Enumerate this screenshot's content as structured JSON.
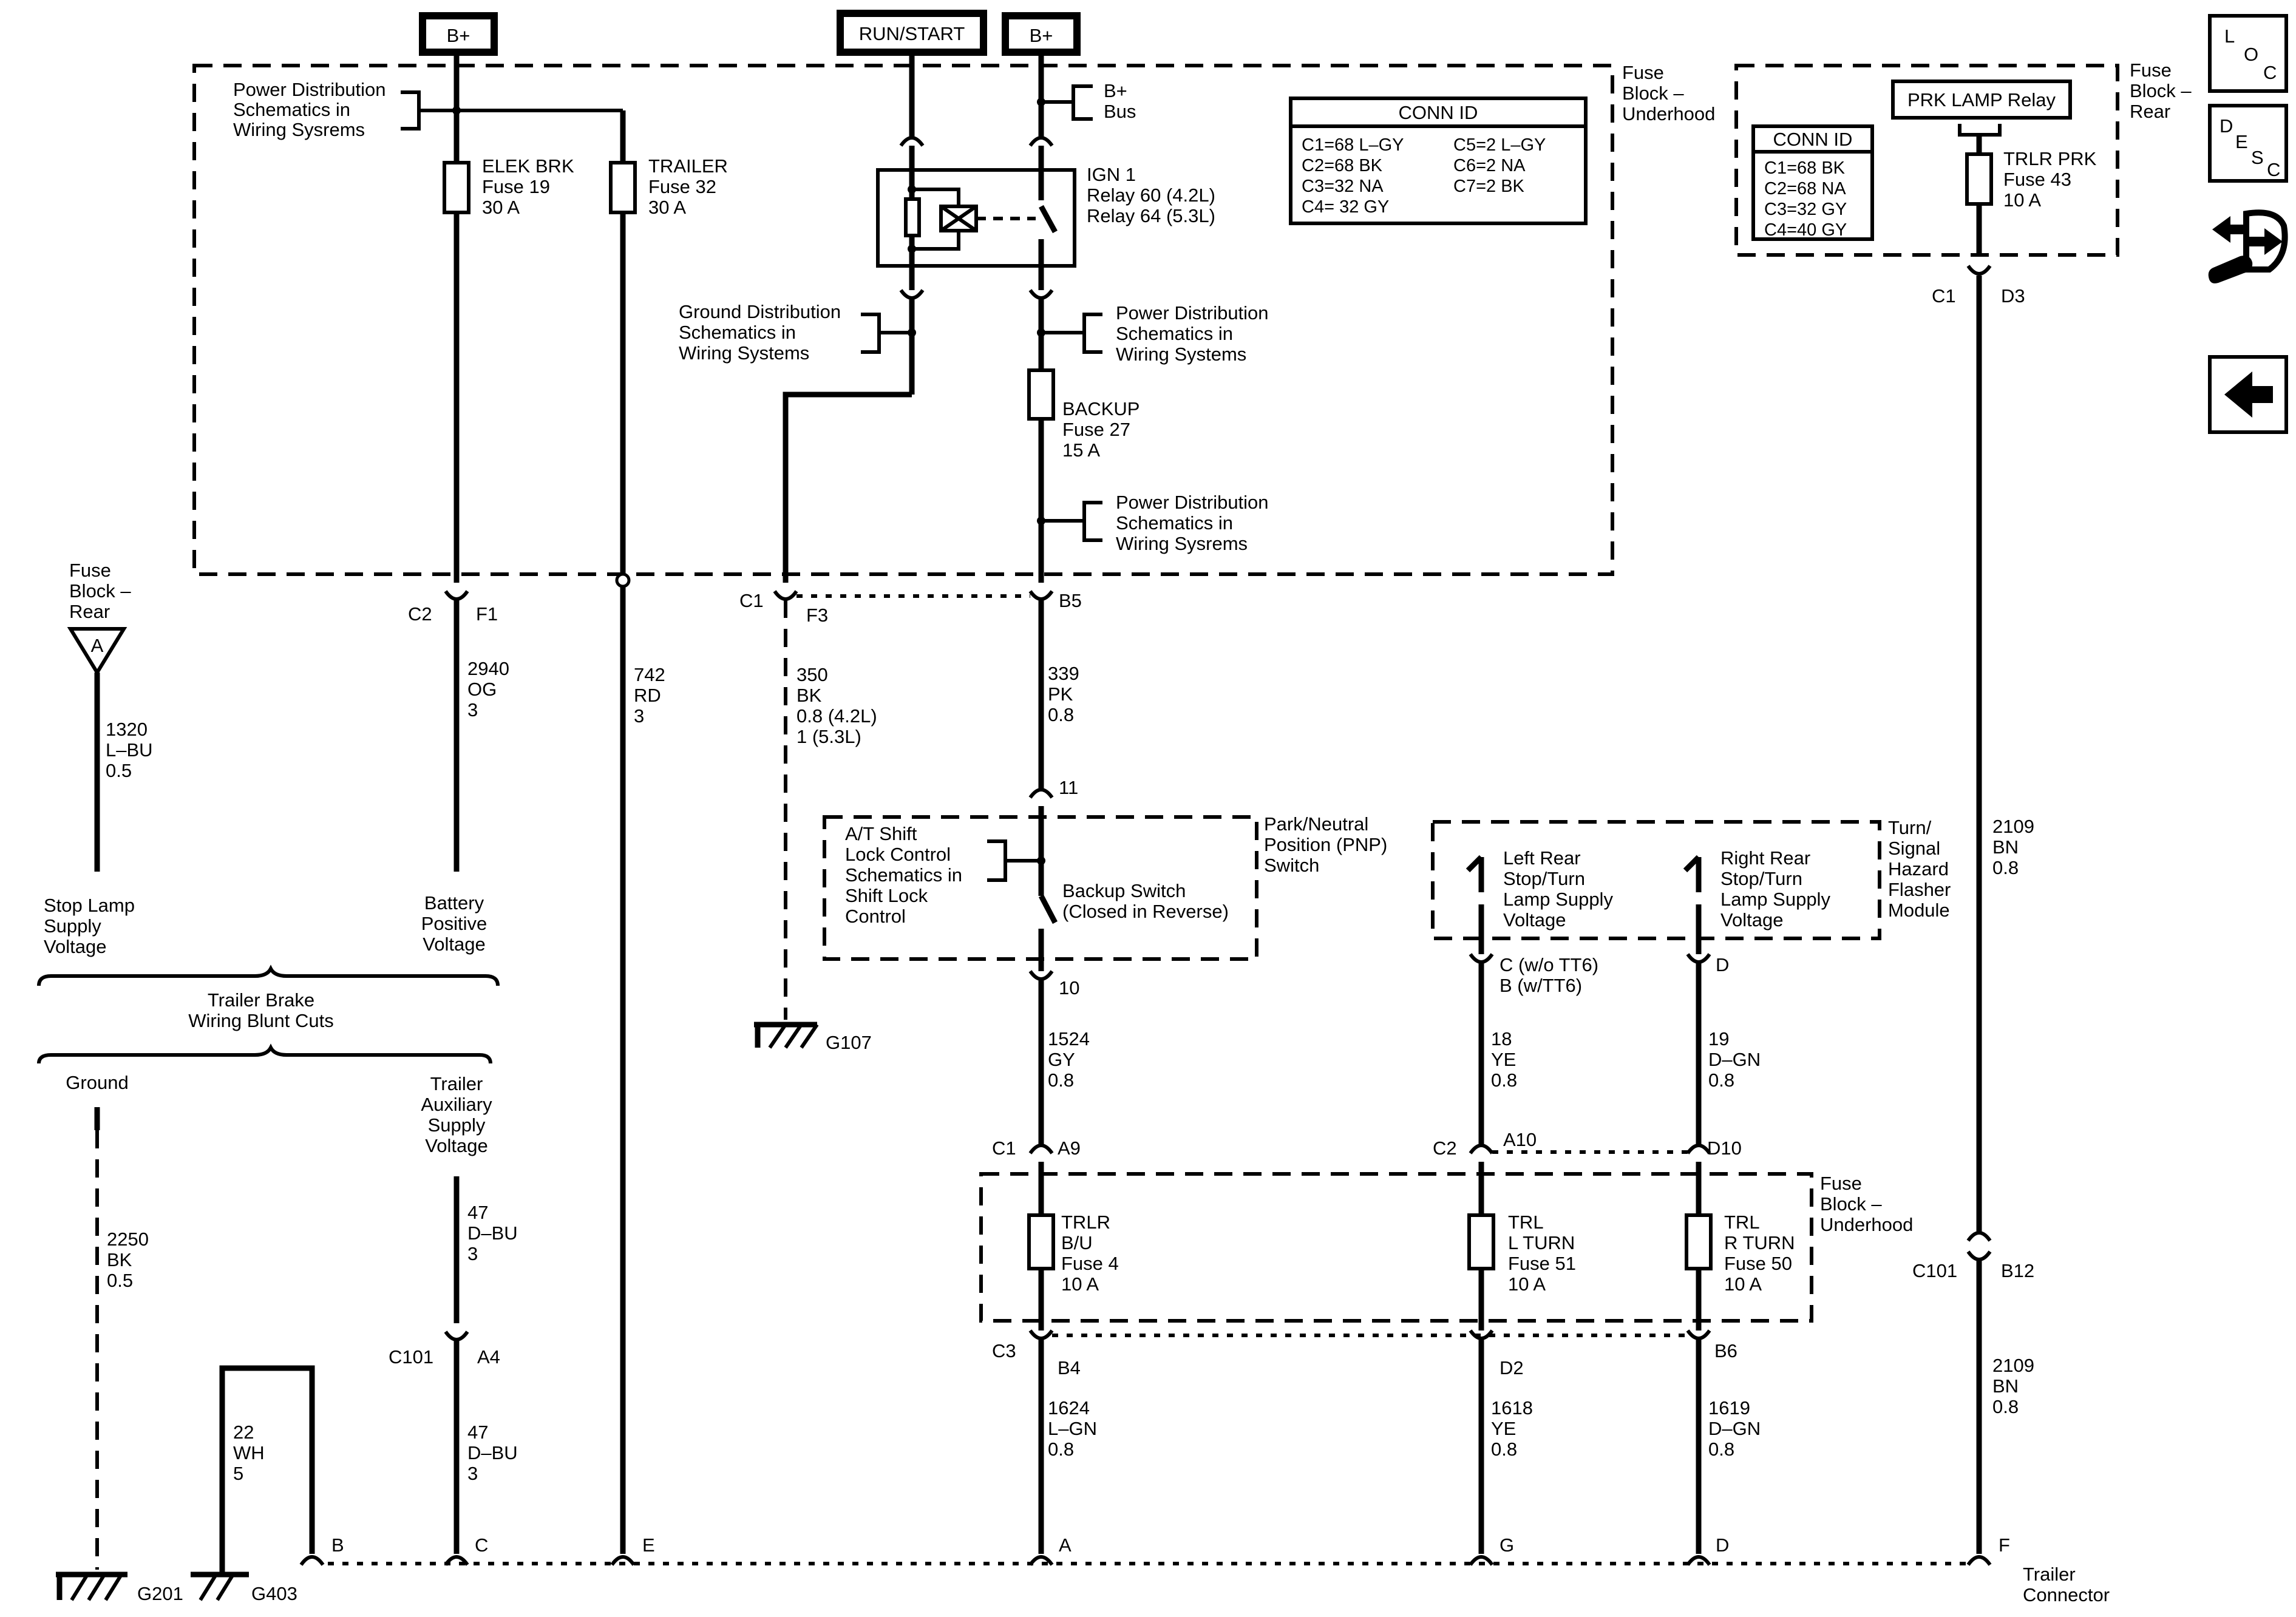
{
  "top": {
    "bplus_left": "B+",
    "run_start": "RUN/START",
    "bplus_right": "B+",
    "bplus_bus": [
      "B+",
      "Bus"
    ]
  },
  "fuse_block_underhood": {
    "label": [
      "Fuse",
      "Block –",
      "Underhood"
    ],
    "power_dist_left": [
      "Power Distribution",
      "Schematics in",
      "Wiring Sysrems"
    ],
    "elek_brk": [
      "ELEK BRK",
      "Fuse 19",
      "30 A"
    ],
    "trailer": [
      "TRAILER",
      "Fuse 32",
      "30 A"
    ],
    "ign1": [
      "IGN 1",
      "Relay 60 (4.2L)",
      "Relay 64 (5.3L)"
    ],
    "ground_dist": [
      "Ground Distribution",
      "Schematics in",
      "Wiring Systems"
    ],
    "power_dist_mid1": [
      "Power Distribution",
      "Schematics in",
      "Wiring Systems"
    ],
    "backup_fuse": [
      "BACKUP",
      "Fuse 27",
      "15 A"
    ],
    "power_dist_mid2": [
      "Power Distribution",
      "Schematics in",
      "Wiring Sysrems"
    ],
    "conn_id_title": "CONN ID",
    "conn_id_rows": [
      "C1=68 L–GY",
      "C2=68 BK",
      "C3=32 NA",
      "C4= 32 GY"
    ],
    "conn_id_rows2": [
      "C5=2 L–GY",
      "C6=2 NA",
      "C7=2 BK"
    ]
  },
  "fuse_block_rear": {
    "label": [
      "Fuse",
      "Block –",
      "Rear"
    ],
    "relay": "PRK LAMP Relay",
    "conn_id_title": "CONN ID",
    "conn_id_rows": [
      "C1=68 BK",
      "C2=68 NA",
      "C3=32 GY",
      "C4=40 GY"
    ],
    "fuse": [
      "TRLR PRK",
      "Fuse 43",
      "10 A"
    ],
    "c1": "C1",
    "d3": "D3"
  },
  "connectors": {
    "c2": "C2",
    "f1": "F1",
    "c1": "C1",
    "f3": "F3",
    "b5": "B5",
    "pin11": "11",
    "pin10": "10",
    "c1b": "C1",
    "a9": "A9",
    "c2b": "C2",
    "a10": "A10",
    "d10": "D10",
    "c3": "C3",
    "b4": "B4",
    "d2": "D2",
    "b6": "B6",
    "c101_left": "C101",
    "a4": "A4",
    "c101_right": "C101",
    "b12": "B12",
    "turn_c": "C (w/o TT6)",
    "turn_b": "B (w/TT6)",
    "turn_d": "D"
  },
  "wires": {
    "w2940": [
      "2940",
      "OG",
      "3"
    ],
    "w742": [
      "742",
      "RD",
      "3"
    ],
    "w350": [
      "350",
      "BK",
      "0.8 (4.2L)",
      "1 (5.3L)"
    ],
    "w339": [
      "339",
      "PK",
      "0.8"
    ],
    "w1320": [
      "1320",
      "L–BU",
      "0.5"
    ],
    "w1524": [
      "1524",
      "GY",
      "0.8"
    ],
    "w18": [
      "18",
      "YE",
      "0.8"
    ],
    "w19": [
      "19",
      "D–GN",
      "0.8"
    ],
    "w2109a": [
      "2109",
      "BN",
      "0.8"
    ],
    "w2109b": [
      "2109",
      "BN",
      "0.8"
    ],
    "w2250": [
      "2250",
      "BK",
      "0.5"
    ],
    "w47a": [
      "47",
      "D–BU",
      "3"
    ],
    "w47b": [
      "47",
      "D–BU",
      "3"
    ],
    "w22": [
      "22",
      "WH",
      "5"
    ],
    "w1624": [
      "1624",
      "L–GN",
      "0.8"
    ],
    "w1618": [
      "1618",
      "YE",
      "0.8"
    ],
    "w1619": [
      "1619",
      "D–GN",
      "0.8"
    ]
  },
  "left_side": {
    "fuse_block_rear": [
      "Fuse",
      "Block –",
      "Rear"
    ],
    "triangle_letter": "A",
    "stop_lamp": [
      "Stop Lamp",
      "Supply",
      "Voltage"
    ],
    "battery": [
      "Battery",
      "Positive",
      "Voltage"
    ],
    "blunt_cuts": [
      "Trailer Brake",
      "Wiring Blunt Cuts"
    ],
    "ground": "Ground",
    "aux_supply": [
      "Trailer",
      "Auxiliary",
      "Supply",
      "Voltage"
    ]
  },
  "pnp": {
    "label": [
      "Park/Neutral",
      "Position (PNP)",
      "Switch"
    ],
    "at_shift": [
      "A/T Shift",
      "Lock Control",
      "Schematics in",
      "Shift Lock",
      "Control"
    ],
    "backup_switch": [
      "Backup Switch",
      "(Closed in Reverse)"
    ]
  },
  "flasher": {
    "label": [
      "Turn/",
      "Signal",
      "Hazard",
      "Flasher",
      "Module"
    ],
    "left": [
      "Left Rear",
      "Stop/Turn",
      "Lamp Supply",
      "Voltage"
    ],
    "right": [
      "Right Rear",
      "Stop/Turn",
      "Lamp Supply",
      "Voltage"
    ]
  },
  "lower_fuse_block": {
    "label": [
      "Fuse",
      "Block –",
      "Underhood"
    ],
    "trlr_bu": [
      "TRLR",
      "B/U",
      "Fuse 4",
      "10 A"
    ],
    "trl_lturn": [
      "TRL",
      "L TURN",
      "Fuse 51",
      "10 A"
    ],
    "trl_rturn": [
      "TRL",
      "R TURN",
      "Fuse 50",
      "10 A"
    ]
  },
  "grounds": {
    "g107": "G107",
    "g201": "G201",
    "g403": "G403"
  },
  "trailer_connector": {
    "label": [
      "Trailer",
      "Connector"
    ],
    "pins": [
      "B",
      "C",
      "E",
      "A",
      "G",
      "D",
      "F"
    ]
  },
  "nav": {
    "loc": [
      "L",
      "O",
      "C"
    ],
    "desc": [
      "D",
      "E",
      "S",
      "C"
    ]
  }
}
